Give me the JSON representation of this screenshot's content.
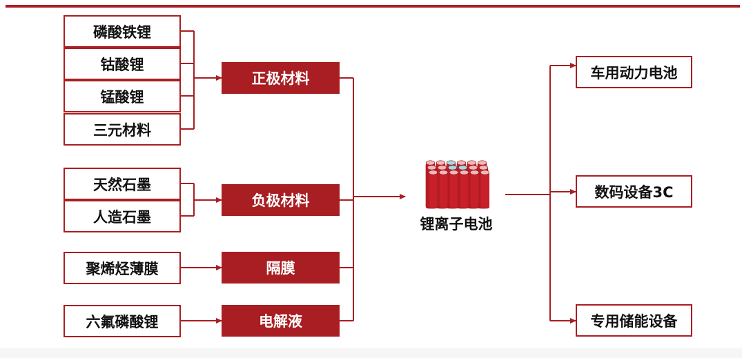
{
  "diagram": {
    "sources": [
      {
        "id": "lfp",
        "label": "磷酸铁锂"
      },
      {
        "id": "lco",
        "label": "钴酸锂"
      },
      {
        "id": "lmo",
        "label": "锰酸锂"
      },
      {
        "id": "ncm",
        "label": "三元材料"
      },
      {
        "id": "natural-graphite",
        "label": "天然石墨"
      },
      {
        "id": "artificial-graphite",
        "label": "人造石墨"
      },
      {
        "id": "polyolefin-film",
        "label": "聚烯烃薄膜"
      },
      {
        "id": "lipf6",
        "label": "六氟磷酸锂"
      }
    ],
    "components": [
      {
        "id": "cathode",
        "label": "正极材料"
      },
      {
        "id": "anode",
        "label": "负极材料"
      },
      {
        "id": "separator",
        "label": "隔膜"
      },
      {
        "id": "electrolyte",
        "label": "电解液"
      }
    ],
    "center": {
      "label": "锂离子电池",
      "icon": "battery-cells-icon"
    },
    "applications": [
      {
        "id": "ev",
        "label": "车用动力电池"
      },
      {
        "id": "3c",
        "label": "数码设备3C"
      },
      {
        "id": "storage",
        "label": "专用储能设备"
      }
    ],
    "edges": [
      [
        "lfp",
        "cathode"
      ],
      [
        "lco",
        "cathode"
      ],
      [
        "lmo",
        "cathode"
      ],
      [
        "ncm",
        "cathode"
      ],
      [
        "natural-graphite",
        "anode"
      ],
      [
        "artificial-graphite",
        "anode"
      ],
      [
        "polyolefin-film",
        "separator"
      ],
      [
        "lipf6",
        "electrolyte"
      ],
      [
        "cathode",
        "center"
      ],
      [
        "anode",
        "center"
      ],
      [
        "separator",
        "center"
      ],
      [
        "electrolyte",
        "center"
      ],
      [
        "center",
        "ev"
      ],
      [
        "center",
        "3c"
      ],
      [
        "center",
        "storage"
      ]
    ]
  },
  "colors": {
    "accent": "#a81e22",
    "battery_body": "#c8202a",
    "battery_top_cyan": "#9fdce8",
    "text": "#111111"
  }
}
